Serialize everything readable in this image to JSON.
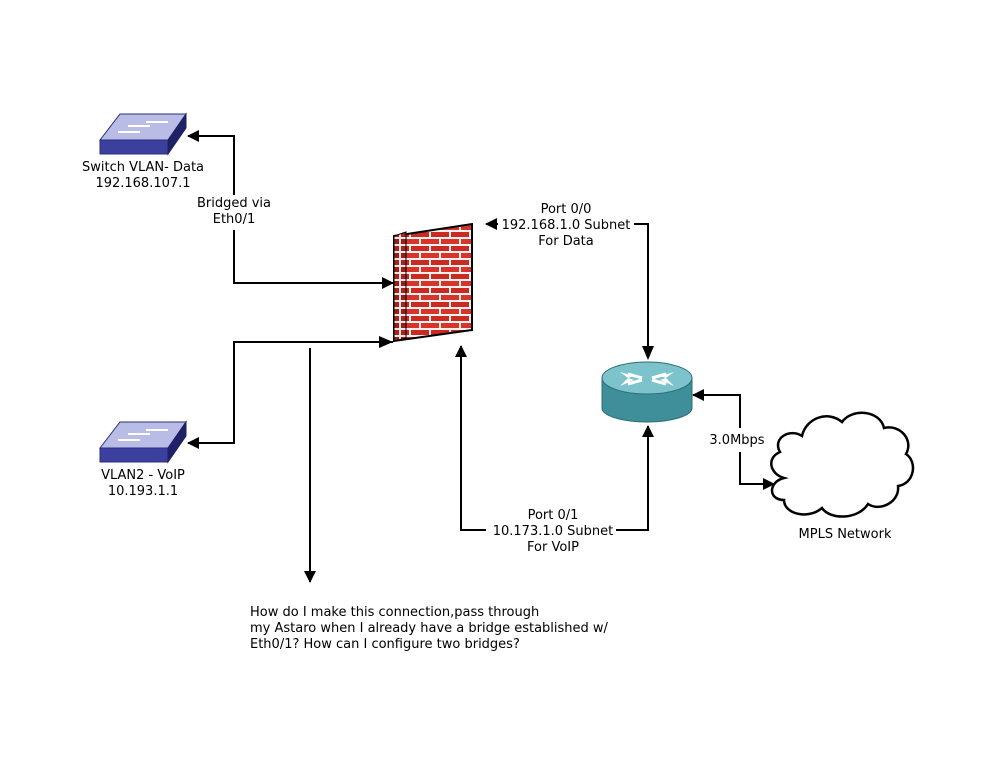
{
  "nodes": {
    "switch_data": {
      "name": "Switch VLAN- Data",
      "ip": "192.168.107.1"
    },
    "switch_voip": {
      "name": "VLAN2 - VoIP",
      "ip": "10.193.1.1"
    },
    "mpls": {
      "name": "MPLS Network"
    }
  },
  "edges": {
    "bridge": {
      "line1": "Bridged via",
      "line2": "Eth0/1"
    },
    "port00": {
      "line1": "Port 0/0",
      "line2": "192.168.1.0 Subnet",
      "line3": "For Data"
    },
    "port01": {
      "line1": "Port 0/1",
      "line2": "10.173.1.0 Subnet",
      "line3": "For VoIP"
    },
    "wan": {
      "label": "3.0Mbps"
    }
  },
  "question": {
    "line1": "How do I make this connection,pass through",
    "line2": "my Astaro when I already have a bridge established w/",
    "line3": "Eth0/1?  How can I configure two bridges?"
  }
}
